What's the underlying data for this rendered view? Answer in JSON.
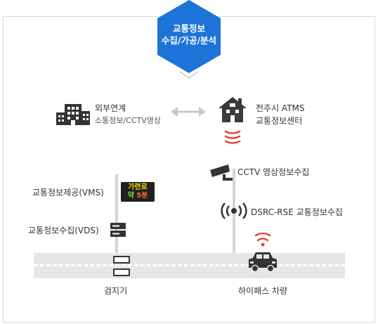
{
  "hub": {
    "line1": "교통정보",
    "line2": "수집/가공/분석"
  },
  "external": {
    "title": "외부연계",
    "subtitle": "소통정보/CCTV영상"
  },
  "center": {
    "line1": "전주시 ATMS",
    "line2": "교통정보센터"
  },
  "vms": {
    "label": "교통정보제공(VMS)",
    "sign_line1": "가련로",
    "sign_line2_a": "약",
    "sign_line2_b": "5분"
  },
  "vds": {
    "label": "교통정보수집(VDS)"
  },
  "cctv": {
    "label": "CCTV 영상정보수집"
  },
  "dsrc": {
    "label": "DSRC-RSE 교통정보수집"
  },
  "detector": {
    "label": "검지기"
  },
  "hipass": {
    "label": "하이패스 차량"
  },
  "colors": {
    "hub": "#1e73d8",
    "signal": "#e04a3a",
    "icon": "#333333",
    "road": "#e6e6e6",
    "sign_yellow": "#ffd400",
    "sign_green": "#7ee02e",
    "sign_red": "#ff6a3a"
  },
  "icons": [
    "building-icon",
    "double-arrow-icon",
    "house-icon",
    "signal-waves-icon",
    "cctv-camera-icon",
    "radio-waves-icon",
    "server-icon",
    "car-icon"
  ]
}
